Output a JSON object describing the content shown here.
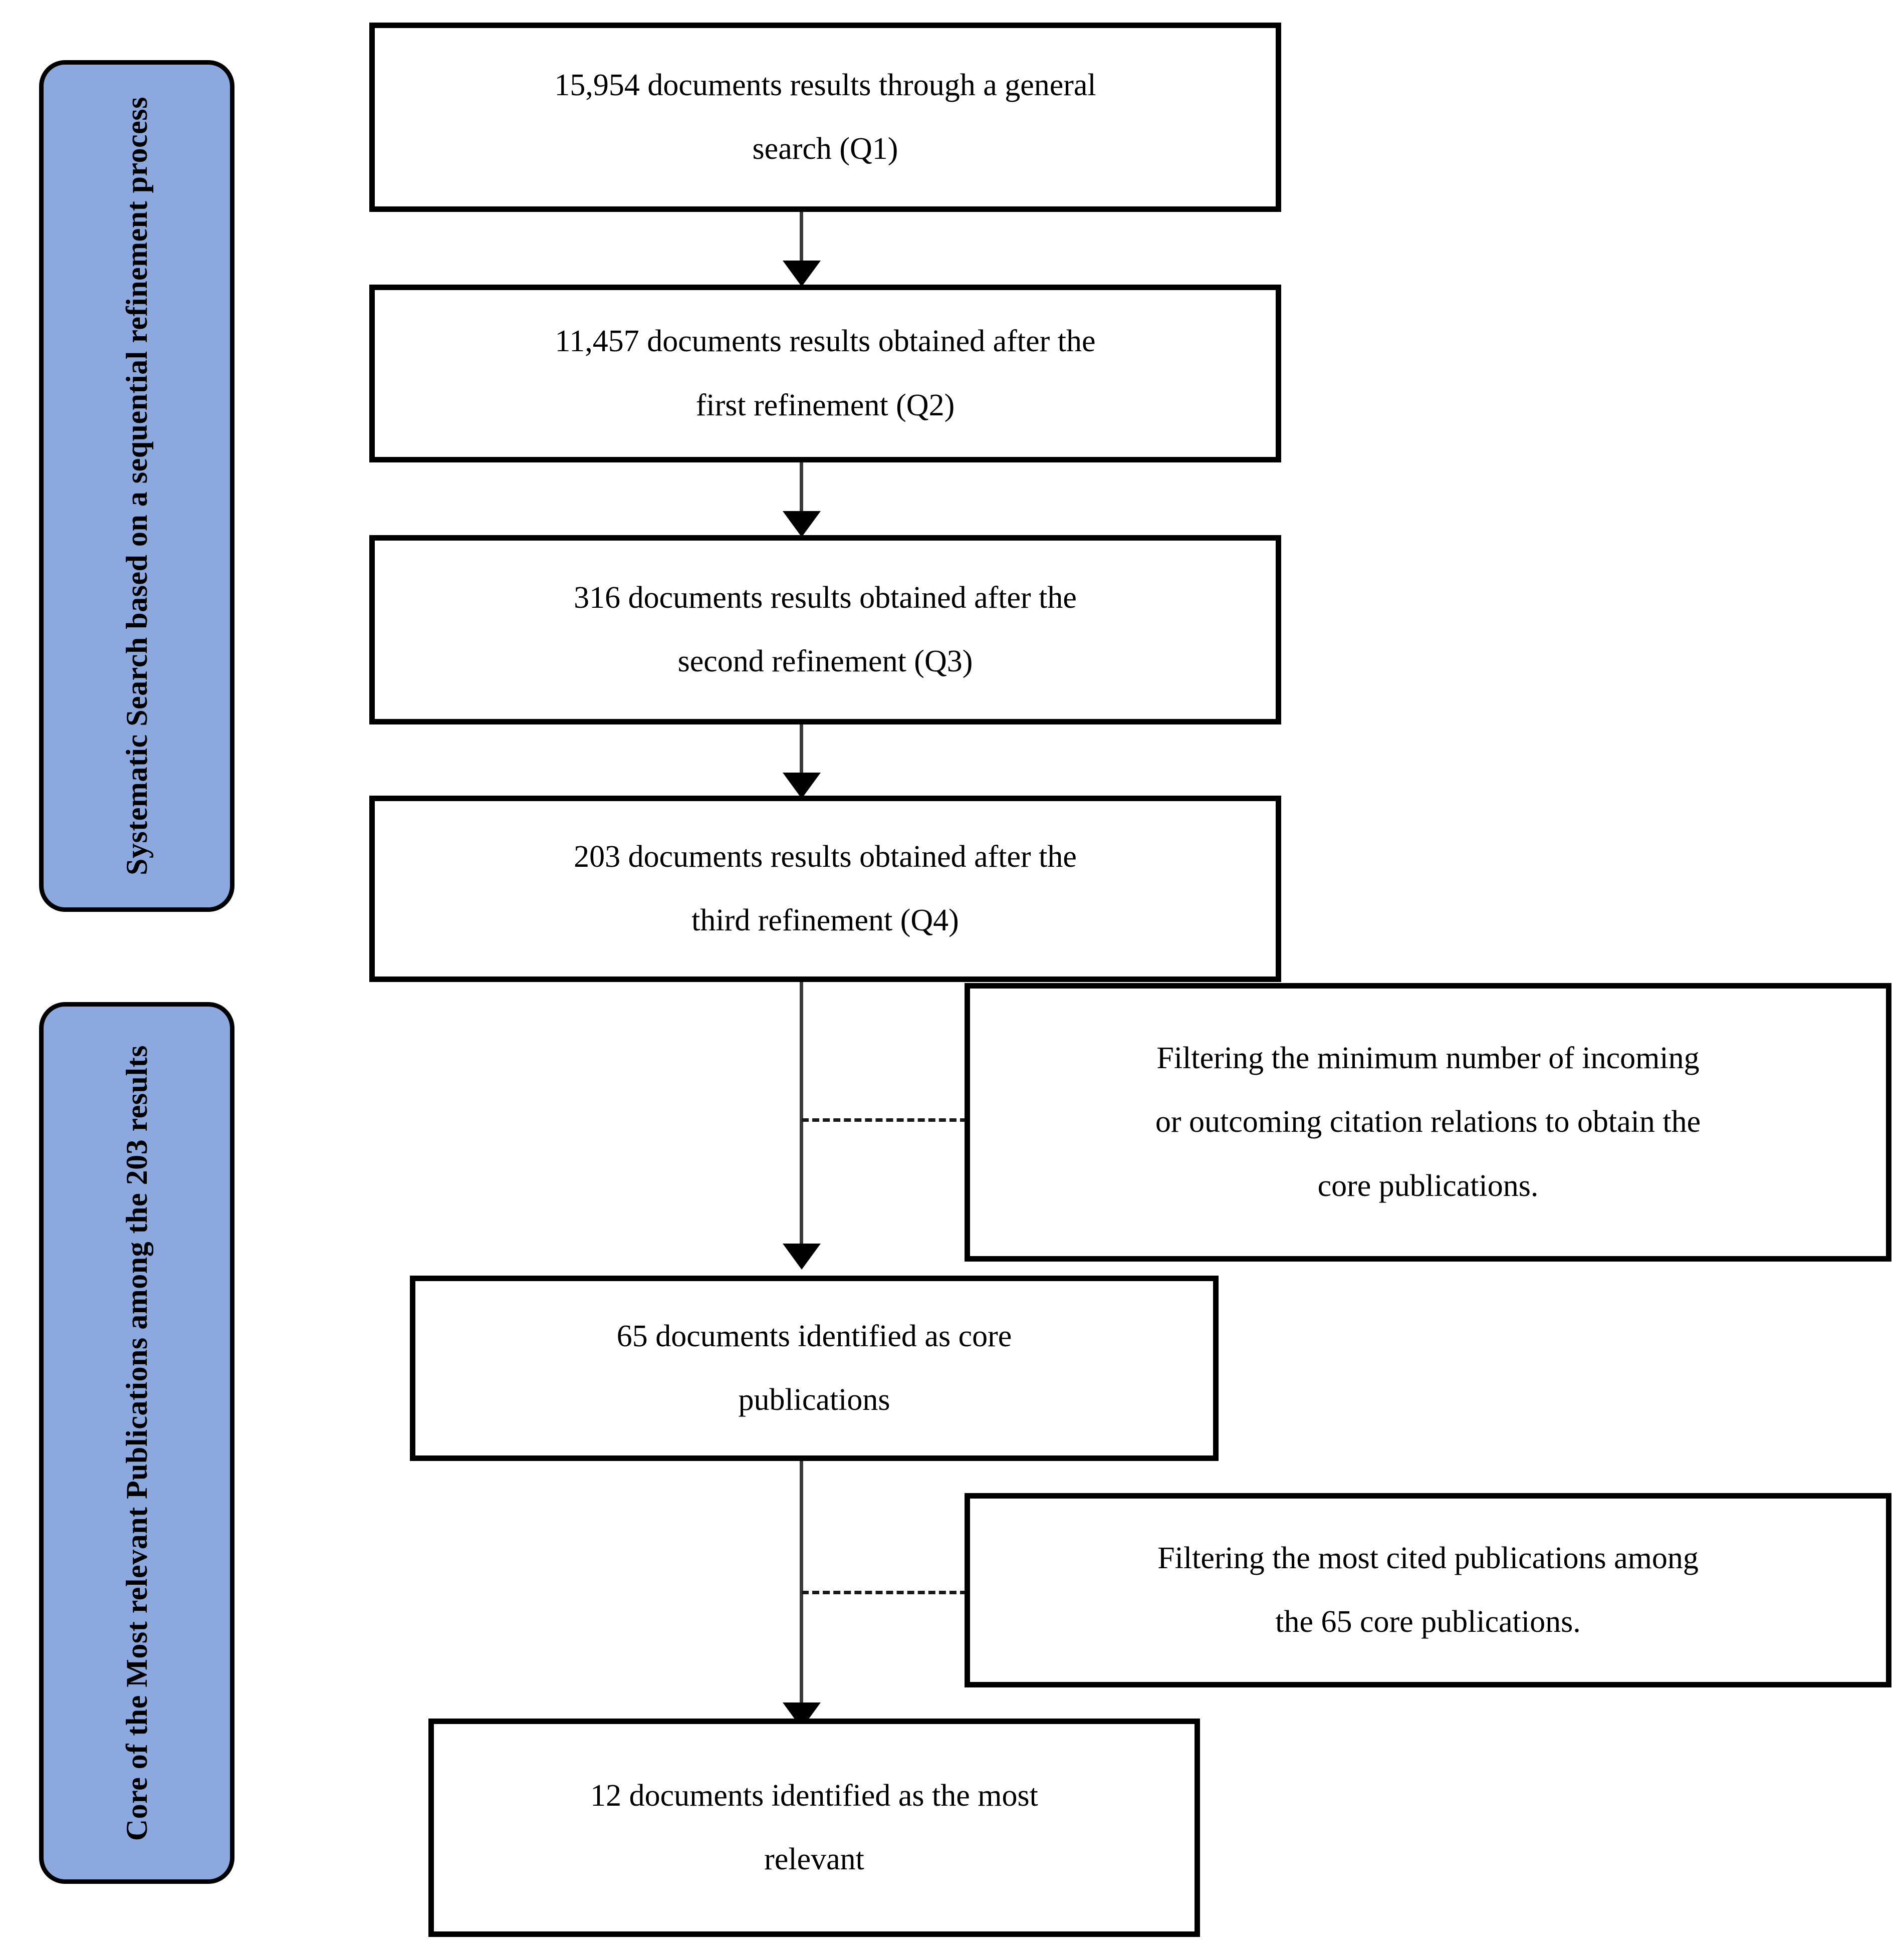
{
  "diagram": {
    "title": "Systematic literature search and selection flowchart",
    "accent_color": "#8BA9DF",
    "line_color": "#000000"
  },
  "phases": [
    {
      "id": "phase-systematic-search",
      "label": "Systematic Search based on a sequential refinement process"
    },
    {
      "id": "phase-core-publications",
      "label": "Core of the Most relevant Publications among the 203 results"
    }
  ],
  "steps": [
    {
      "id": "step-q1",
      "line1": "15,954 documents results through a general",
      "line2": "search (Q1)",
      "count": "15,954",
      "query": "Q1"
    },
    {
      "id": "step-q2",
      "line1": "11,457 documents results obtained after the",
      "line2": "first refinement (Q2)",
      "count": "11,457",
      "query": "Q2"
    },
    {
      "id": "step-q3",
      "line1": "316 documents results obtained after the",
      "line2": "second refinement (Q3)",
      "count": "316",
      "query": "Q3"
    },
    {
      "id": "step-q4",
      "line1": "203 documents results obtained after the",
      "line2": "third refinement (Q4)",
      "count": "203",
      "query": "Q4"
    },
    {
      "id": "step-core",
      "line1": "65 documents identified as core",
      "line2": "publications",
      "count": "65",
      "query": ""
    },
    {
      "id": "step-most-relevant",
      "line1": "12 documents identified as the most",
      "line2": "relevant",
      "count": "12",
      "query": ""
    }
  ],
  "notes": [
    {
      "id": "note-citation-filter",
      "line1": "Filtering the minimum number of incoming",
      "line2": "or outcoming citation relations to obtain the",
      "line3": "core publications."
    },
    {
      "id": "note-most-cited-filter",
      "line1": "Filtering the most cited publications among",
      "line2": "the 65 core publications.",
      "line3": ""
    }
  ]
}
